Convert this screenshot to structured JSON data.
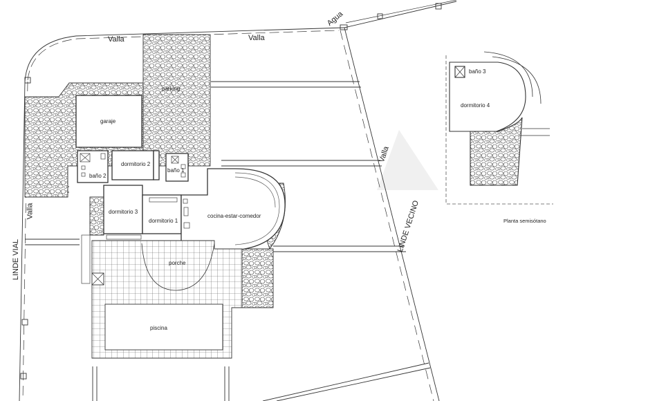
{
  "drawing": {
    "type": "architectural floor plan",
    "line_color": "#333333",
    "stone_fill_color": "#ffffff",
    "watermark_color": "#f0f0f0"
  },
  "boundaries": {
    "top_fence": "Valla",
    "top_fence_2": "Valla",
    "water": "Agua",
    "left_fence": "Valla",
    "left_boundary": "LINDE VIAL",
    "right_fence": "Valla",
    "right_boundary": "LINDE VECINO"
  },
  "rooms": {
    "parking": "parking",
    "garaje": "garaje",
    "dormitorio_2": "dormitorio 2",
    "bano_2": "baño 2",
    "bano_1": "baño 1",
    "dormitorio_3": "dormitorio 3",
    "dormitorio_1": "dormitorio 1",
    "cocina": "cocina-estar-comedor",
    "porche": "porche",
    "piscina": "piscina"
  },
  "basement": {
    "title": "Planta semisótano",
    "bano_3": "baño 3",
    "dormitorio_4": "dormitorio 4"
  }
}
